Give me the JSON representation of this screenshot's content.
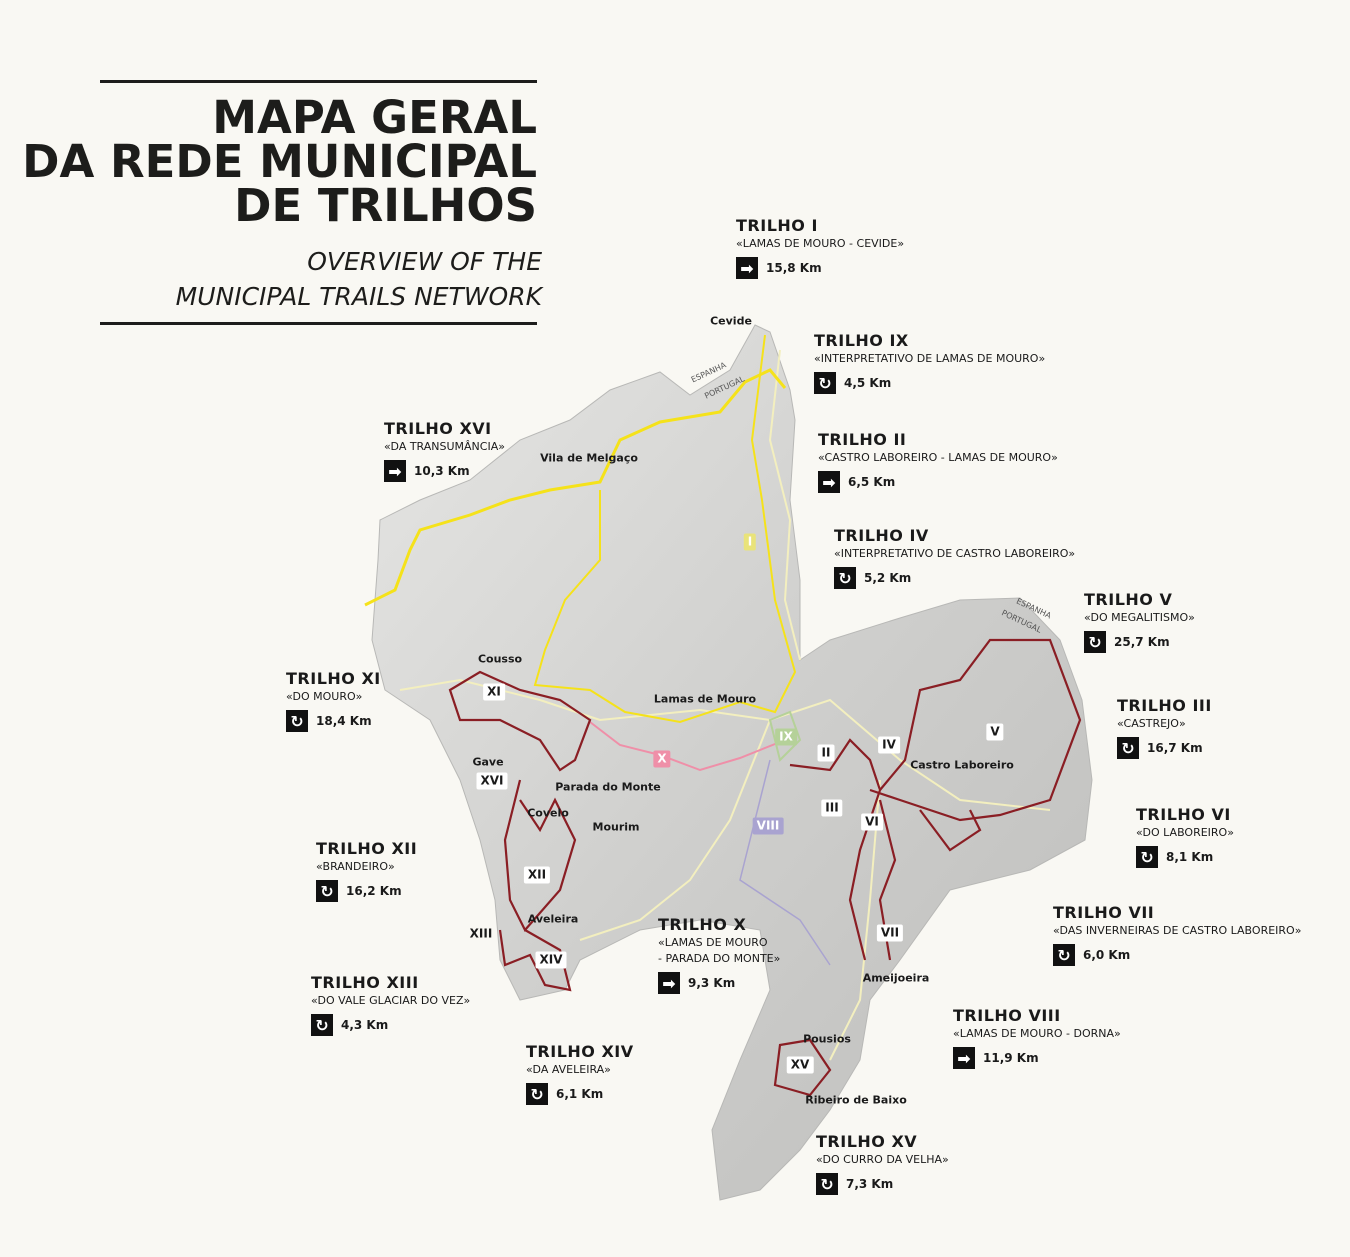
{
  "title": {
    "line1": "MAPA GERAL",
    "line2": "DA REDE MUNICIPAL",
    "line3": "DE TRILHOS"
  },
  "subtitle": {
    "line1": "OVERVIEW OF THE",
    "line2": "MUNICIPAL TRAILS NETWORK"
  },
  "colors": {
    "trail_i": "#f5e21a",
    "trail_x": "#ef8fa8",
    "trail_viii": "#a9a3d0",
    "trail_ix": "#b5d199",
    "red_trails": "#8a1e24",
    "roads": "#f3efbf"
  },
  "trails": [
    {
      "name": "TRILHO I",
      "desc": "«LAMAS DE MOURO - CEVIDE»",
      "km": "15,8 Km",
      "icon": "linear-arrow-icon"
    },
    {
      "name": "TRILHO IX",
      "desc": "«INTERPRETATIVO DE LAMAS DE MOURO»",
      "km": "4,5 Km",
      "icon": "circular-icon"
    },
    {
      "name": "TRILHO II",
      "desc": "«CASTRO LABOREIRO - LAMAS DE MOURO»",
      "km": "6,5 Km",
      "icon": "linear-arrow-icon"
    },
    {
      "name": "TRILHO IV",
      "desc": "«INTERPRETATIVO DE CASTRO LABOREIRO»",
      "km": "5,2 Km",
      "icon": "circular-icon"
    },
    {
      "name": "TRILHO V",
      "desc": "«DO MEGALITISMO»",
      "km": "25,7 Km",
      "icon": "circular-icon"
    },
    {
      "name": "TRILHO III",
      "desc": "«CASTREJO»",
      "km": "16,7 Km",
      "icon": "circular-icon"
    },
    {
      "name": "TRILHO VI",
      "desc": "«DO LABOREIRO»",
      "km": "8,1 Km",
      "icon": "circular-icon"
    },
    {
      "name": "TRILHO VII",
      "desc": "«DAS INVERNEIRAS DE CASTRO LABOREIRO»",
      "km": "6,0 Km",
      "icon": "circular-icon"
    },
    {
      "name": "TRILHO VIII",
      "desc": "«LAMAS DE MOURO - DORNA»",
      "km": "11,9 Km",
      "icon": "linear-arrow-icon"
    },
    {
      "name": "TRILHO XV",
      "desc": "«DO CURRO DA VELHA»",
      "km": "7,3 Km",
      "icon": "circular-icon"
    },
    {
      "name": "TRILHO X",
      "desc": "«LAMAS DE MOURO",
      "desc2": "- PARADA DO MONTE»",
      "km": "9,3 Km",
      "icon": "linear-arrow-icon"
    },
    {
      "name": "TRILHO XIV",
      "desc": "«DA AVELEIRA»",
      "km": "6,1 Km",
      "icon": "circular-icon"
    },
    {
      "name": "TRILHO XIII",
      "desc": "«DO VALE GLACIAR DO VEZ»",
      "km": "4,3 Km",
      "icon": "circular-icon"
    },
    {
      "name": "TRILHO XII",
      "desc": "«BRANDEIRO»",
      "km": "16,2 Km",
      "icon": "circular-icon"
    },
    {
      "name": "TRILHO XI",
      "desc": "«DO MOURO»",
      "km": "18,4 Km",
      "icon": "circular-icon"
    },
    {
      "name": "TRILHO XVI",
      "desc": "«DA TRANSUMÂNCIA»",
      "km": "10,3 Km",
      "icon": "linear-arrow-icon"
    }
  ],
  "markers": [
    "I",
    "IX",
    "X",
    "VIII",
    "II",
    "IV",
    "V",
    "III",
    "VI",
    "VII",
    "XV",
    "XI",
    "XVI",
    "XII",
    "XIII",
    "XIV"
  ],
  "places": [
    "Cevide",
    "Vila de Melgaço",
    "Cousso",
    "Lamas de Mouro",
    "Castro Laboreiro",
    "Gave",
    "Parada do Monte",
    "Covelo",
    "Mourim",
    "Aveleira",
    "Ameijoeira",
    "Pousios",
    "Ribeiro de Baixo"
  ],
  "border": {
    "north": "ESPANHA",
    "south": "PORTUGAL"
  }
}
